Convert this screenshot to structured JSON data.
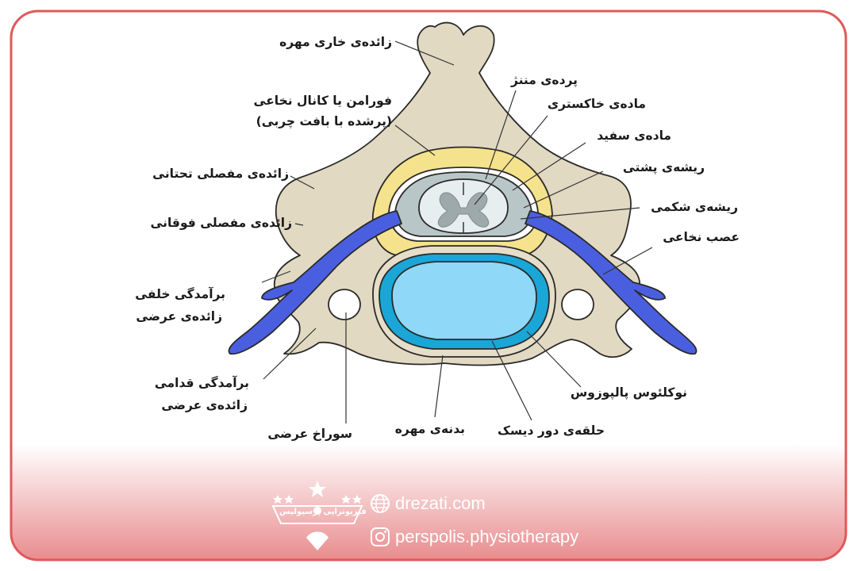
{
  "labels": {
    "spinous_process": "زائده‌ی خاری مهره",
    "foramen_line1": "فورامن یا کانال نخاعی",
    "foramen_line2": "(پرشده با بافت چربی)",
    "inferior_articular": "زائده‌ی مفصلی تحتانی",
    "superior_articular": "زائده‌ی مفصلی فوقانی",
    "posterior_transverse_line1": "برآمدگی خلفی",
    "posterior_transverse_line2": "زائده‌ی عرضی",
    "anterior_transverse_line1": "برآمدگی قدامی",
    "anterior_transverse_line2": "زائده‌ی عرضی",
    "transverse_foramen": "سوراخ عرضی",
    "vertebral_body": "بدنه‌ی مهره",
    "annulus": "حلقه‌ی دور دیسک",
    "nucleus": "نوکلئوس پالپوزوس",
    "meninges": "پرده‌ی مننژ",
    "gray_matter": "ماده‌ی خاکستری",
    "white_matter": "ماده‌ی سفید",
    "dorsal_root": "ریشه‌ی پشتی",
    "ventral_root": "ریشه‌ی شکمی",
    "spinal_nerve": "عصب نخاعی"
  },
  "footer": {
    "website": "drezati.com",
    "instagram": "perspolis.physiotherapy",
    "logo_text": "فیزیوتراپی پرسپولیس",
    "globe_icon": "globe-icon",
    "instagram_icon": "instagram-icon"
  },
  "colors": {
    "frame": "#e0585a",
    "bone": "#e2d9c2",
    "fat": "#f5e28d",
    "nerve": "#4a5fe0",
    "disc_outer": "#1aa6d6",
    "disc_inner": "#8fd8f7",
    "footer_gradient_end": "#e8898b"
  }
}
